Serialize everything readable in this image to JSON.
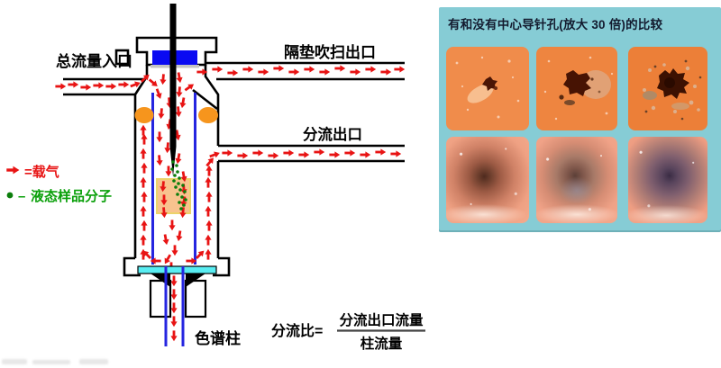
{
  "diagram": {
    "labels": {
      "total_flow_inlet": "总流量入口",
      "septum_purge_outlet": "隔垫吹扫出口",
      "split_outlet": "分流出口",
      "column": "色谱柱"
    },
    "legend": {
      "carrier": "=载气",
      "sample_dash": "–",
      "sample": "液态样品分子"
    },
    "formula": {
      "lhs": "分流比=",
      "numerator": "分流出口流量",
      "denominator": "柱流量"
    },
    "colors": {
      "carrier_arrow": "#e81414",
      "sample_dot": "#0a9a0a",
      "septum": "#0a0af2",
      "liner": "#2525e0",
      "oring": "#f6951d",
      "vaporization_plug": "#f8c38e",
      "ferrule_strip": "#58edf2"
    }
  },
  "panel": {
    "title": "有和没有中心导针孔(放大 30 倍)的比较",
    "background": "#86ccd5"
  }
}
